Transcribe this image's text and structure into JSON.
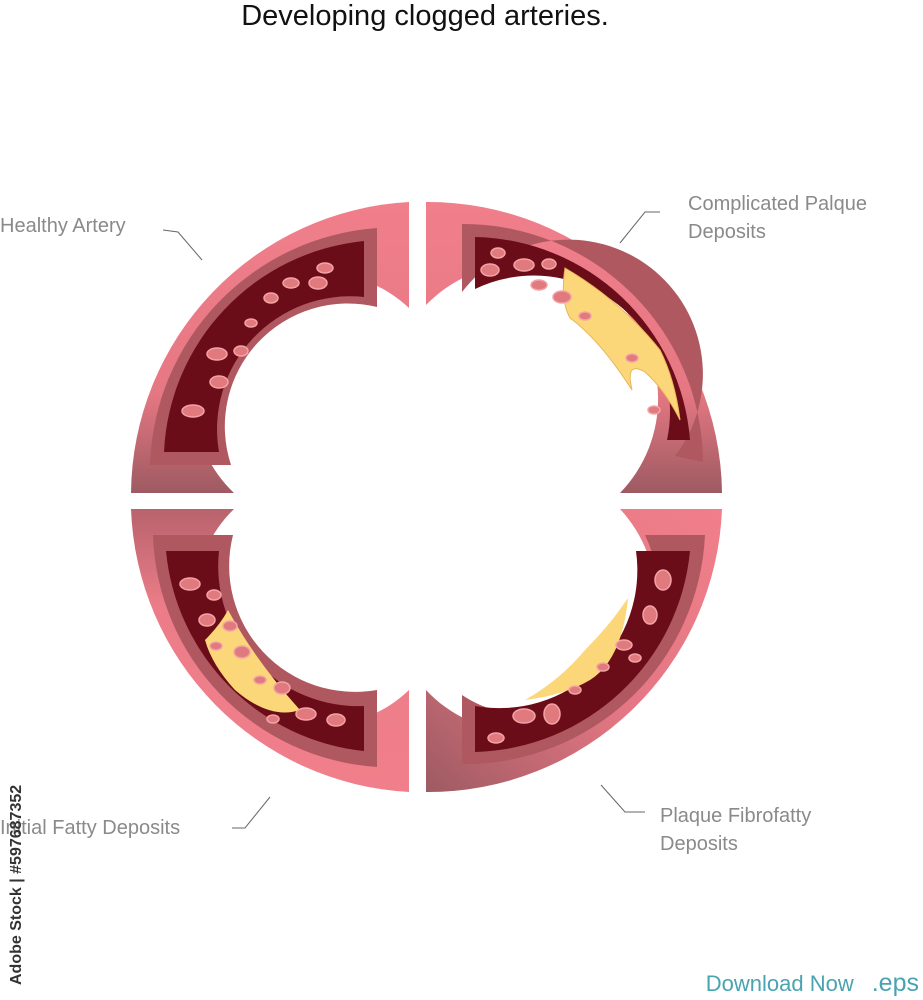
{
  "title": "Developing clogged arteries.",
  "labels": {
    "healthy": "Healthy Artery",
    "complicated_line1": "Complicated Palque",
    "complicated_line2": "Deposits",
    "initial": "Initial Fatty Deposits",
    "plaque_line1": "Plaque Fibrofatty",
    "plaque_line2": "Deposits"
  },
  "footer": {
    "download": "Download Now",
    "ext": ".eps",
    "stock_id": "Adobe Stock | #597687352"
  },
  "colors": {
    "outer_wall": "#f07f8b",
    "outer_wall_dark": "#a85a64",
    "media": "#b05860",
    "lumen": "#6b0d19",
    "cell": "#e07a7e",
    "plaque": "#fcd77a",
    "label_text": "#8a8a8a",
    "footer_text": "#4aa3b0"
  }
}
